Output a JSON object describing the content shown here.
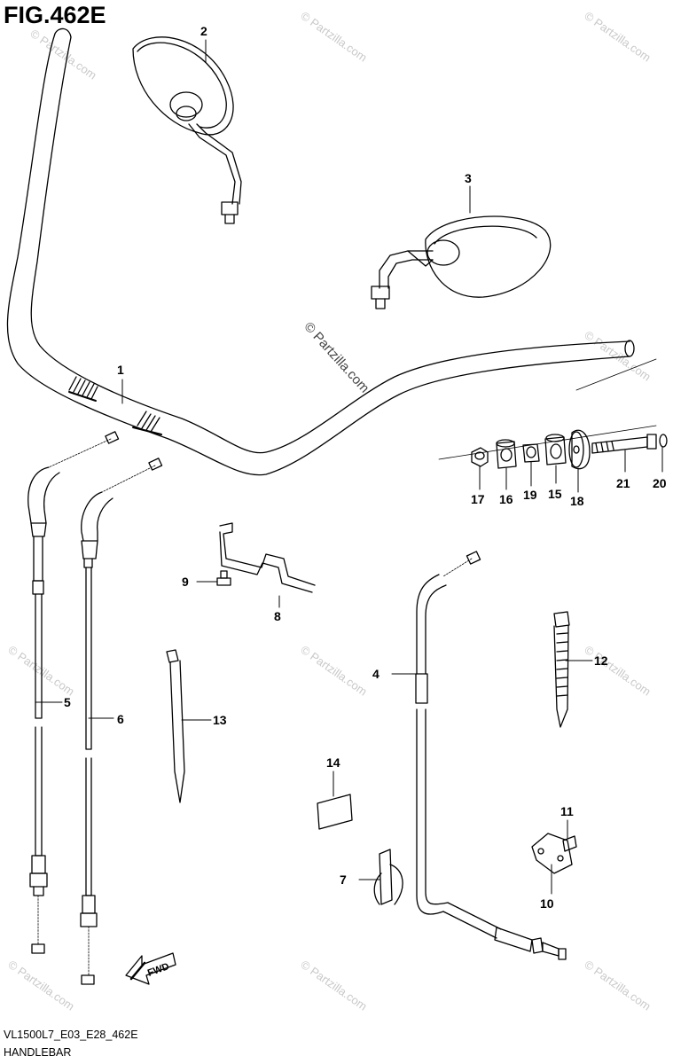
{
  "figure": {
    "title": "FIG.462E",
    "model_code": "VL1500L7_E03_E28_462E",
    "section_name": "HANDLEBAR",
    "watermark": "© Partzilla.com",
    "fwd_label": "FWD"
  },
  "parts": [
    {
      "ref": "1"
    },
    {
      "ref": "2"
    },
    {
      "ref": "3"
    },
    {
      "ref": "4"
    },
    {
      "ref": "5"
    },
    {
      "ref": "6"
    },
    {
      "ref": "7"
    },
    {
      "ref": "8"
    },
    {
      "ref": "9"
    },
    {
      "ref": "10"
    },
    {
      "ref": "11"
    },
    {
      "ref": "12"
    },
    {
      "ref": "13"
    },
    {
      "ref": "14"
    },
    {
      "ref": "15"
    },
    {
      "ref": "16"
    },
    {
      "ref": "17"
    },
    {
      "ref": "18"
    },
    {
      "ref": "19"
    },
    {
      "ref": "20"
    },
    {
      "ref": "21"
    }
  ]
}
